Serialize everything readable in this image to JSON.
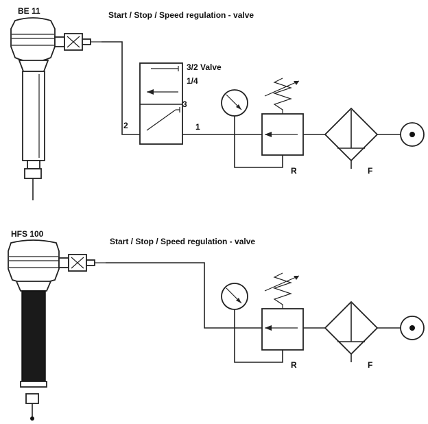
{
  "diagram1": {
    "tool_label": "BE 11",
    "valve_label": "Start / Stop / Speed regulation - valve",
    "three_two_valve": "3/2 Valve",
    "fraction": "1/4",
    "port_2": "2",
    "port_3": "3",
    "port_1": "1",
    "regulator_label": "R",
    "filter_label": "F"
  },
  "diagram2": {
    "tool_label": "HFS 100",
    "valve_label": "Start / Stop / Speed regulation - valve",
    "regulator_label": "R",
    "filter_label": "F"
  }
}
